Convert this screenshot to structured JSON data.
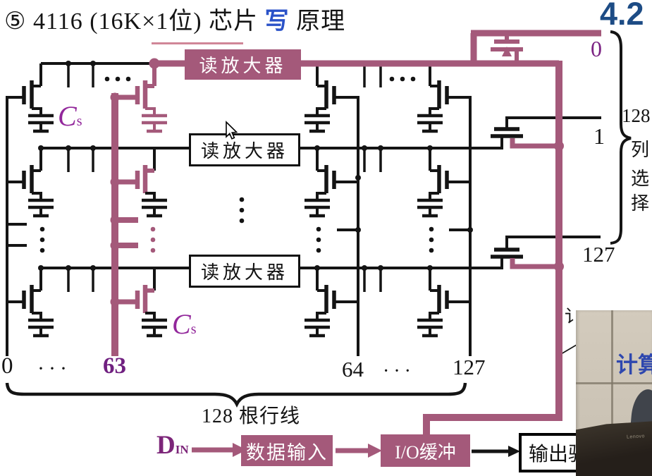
{
  "header": {
    "title_prefix": "⑤ 4116 (16K×1位) 芯片 ",
    "title_highlight": "写",
    "title_suffix": " 原理",
    "section_number": "4.2"
  },
  "sense_amps": {
    "top": "读放大器",
    "middle": "读放大器",
    "bottom": "读放大器"
  },
  "column_select": {
    "line0": "0",
    "line1": "1",
    "line127": "127",
    "count": "128",
    "chars": [
      "列",
      "选",
      "择"
    ]
  },
  "row_lines": {
    "first": "0",
    "dots_left": "···",
    "selected": "63",
    "mid": "64",
    "dots_right": "···",
    "last": "127",
    "count_label": "128 根行线"
  },
  "capacitor_label": {
    "symbol": "C",
    "subscript": "s"
  },
  "flow": {
    "din": "D",
    "din_sub": "IN",
    "data_input": "数据输入",
    "io_buffer": "I/O缓冲",
    "output_driver": "输出驱动"
  },
  "overlay": {
    "partial_char": "讠",
    "sign_text": "计算",
    "laptop_logo": "Lenovo"
  },
  "colors": {
    "background": "#ffffff",
    "accent": "#a4597a",
    "magenta": "#92279b",
    "select_purple": "#7b2383",
    "row_purple": "#702080",
    "din_purple": "#7c2579",
    "highlight_blue": "#2a52c8",
    "section_blue": "#1d4c85",
    "circuit_black": "#141414"
  }
}
